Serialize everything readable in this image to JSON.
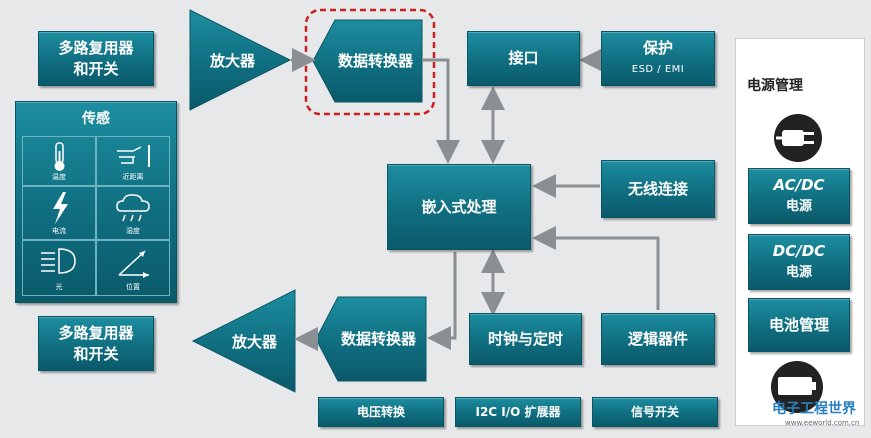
{
  "mux_top": {
    "line1": "多路复用器",
    "line2": "和开关"
  },
  "mux_bottom": {
    "line1": "多路复用器",
    "line2": "和开关"
  },
  "amp_top": "放大器",
  "amp_bottom": "放大器",
  "adc": "数据转换器",
  "dac": "数据转换器",
  "interface": "接口",
  "protection": {
    "title": "保护",
    "sub": "ESD / EMI"
  },
  "embedded": "嵌入式处理",
  "wireless": "无线连接",
  "clock": "时钟与定时",
  "logic": "逻辑器件",
  "bottom_bar": [
    "电压转换",
    "I2C I/O 扩展器",
    "信号开关"
  ],
  "sensing": {
    "title": "传感",
    "items": [
      {
        "label": "温度",
        "icon": "thermometer-icon"
      },
      {
        "label": "近距离",
        "icon": "hand-proximity-icon"
      },
      {
        "label": "电流",
        "icon": "lightning-icon"
      },
      {
        "label": "湿度",
        "icon": "rain-cloud-icon"
      },
      {
        "label": "光",
        "icon": "light-icon"
      },
      {
        "label": "位置",
        "icon": "position-icon"
      }
    ]
  },
  "power": {
    "title": "电源管理",
    "acdc": {
      "line1": "AC/DC",
      "line2": "电源"
    },
    "dcdc": {
      "line1": "DC/DC",
      "line2": "电源"
    },
    "battery": "电池管理"
  },
  "watermark": {
    "logo": "电子工程世界",
    "url": "www.eeworld.com.cn"
  },
  "colors": {
    "teal": "#0f6e80",
    "highlight": "#cc1f1f",
    "arrow": "#8a8f93"
  }
}
